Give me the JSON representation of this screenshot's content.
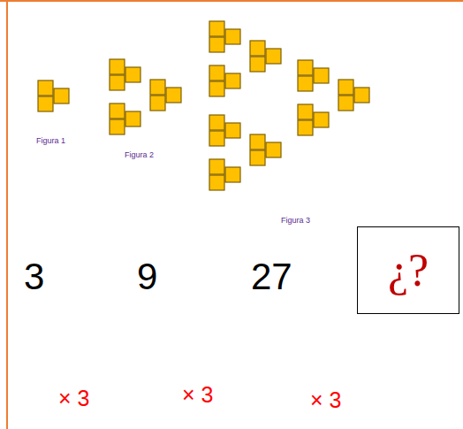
{
  "diagram": {
    "nodes": [
      {
        "text": [
          "¿?"
        ]
      }
    ],
    "labels": [
      "Figura 1",
      "Figura 2",
      "Figura 3",
      "3",
      "9",
      "27",
      "× 3",
      "× 3",
      "× 3"
    ]
  }
}
